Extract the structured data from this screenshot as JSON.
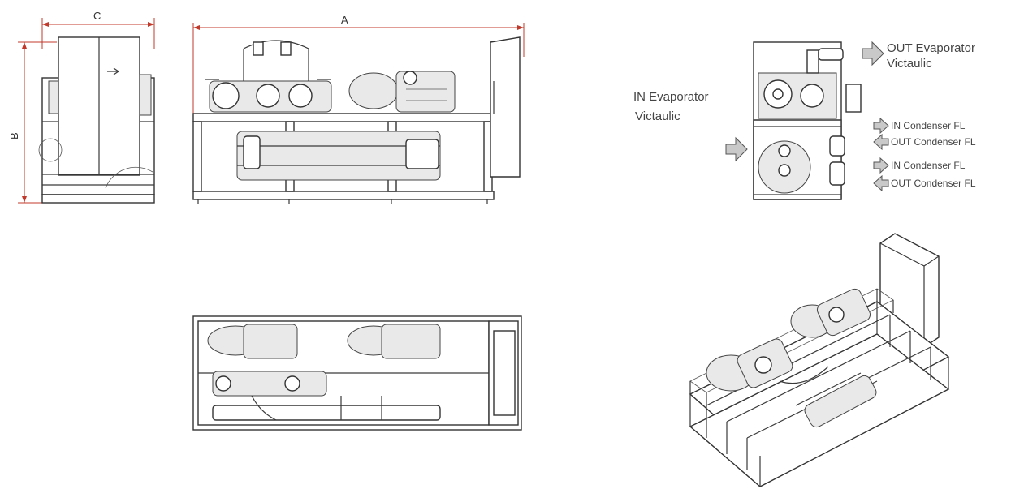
{
  "dimensions": {
    "a": "A",
    "b": "B",
    "c": "C"
  },
  "connections": {
    "out_evaporator": [
      "OUT  Evaporator",
      "Victaulic"
    ],
    "in_evaporator": [
      "IN  Evaporator",
      "Victaulic"
    ],
    "condenser_1_in": "IN  Condenser FL",
    "condenser_1_out": "OUT  Condenser FL",
    "condenser_2_in": "IN  Condenser FL",
    "condenser_2_out": "OUT  Condenser FL"
  },
  "colors": {
    "dimension_line": "#c0392b",
    "arrow_fill": "#c9c9c9",
    "line": "#3a3a3a"
  }
}
